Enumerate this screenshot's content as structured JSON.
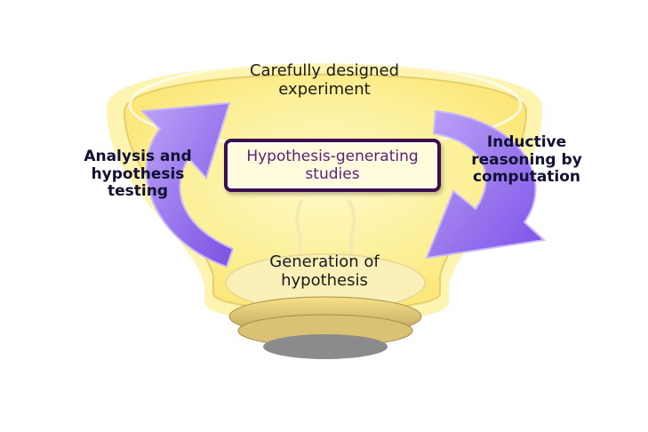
{
  "diagram": {
    "top_node": "Carefully designed experiment",
    "center_node": "Hypothesis-generating studies",
    "bottom_node": "Generation of hypothesis",
    "left_arrow_label": "Analysis and hypothesis testing",
    "right_arrow_label": "Inductive reasoning by computation"
  },
  "colors": {
    "bulb_glow": "#fbf3a8",
    "bulb_fill": "#fde977",
    "arrow": "#8a63f0",
    "box_border": "#3c0f4f",
    "box_text": "#5c1f7a"
  }
}
